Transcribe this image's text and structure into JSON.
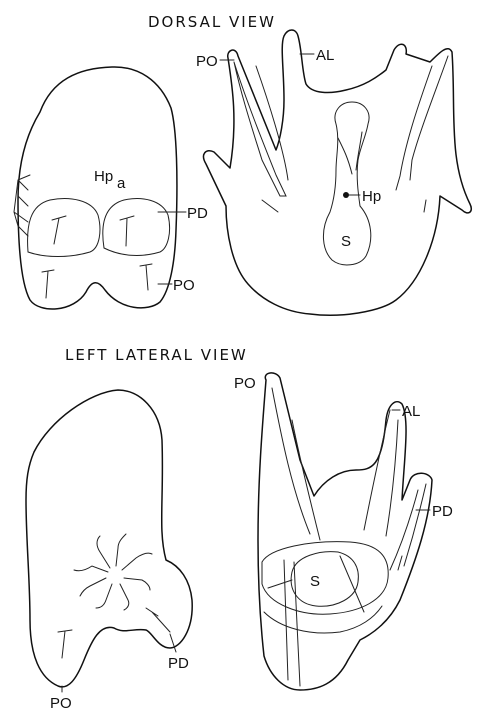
{
  "headings": {
    "dorsal": "DORSAL  VIEW",
    "lateral": "LEFT  LATERAL  VIEW"
  },
  "labels": {
    "dorsal_left": {
      "hp": "Hp",
      "hp_sub": "a",
      "pd": "PD",
      "po": "PO"
    },
    "dorsal_right": {
      "po": "PO",
      "al": "AL",
      "hp": "Hp",
      "s": "S"
    },
    "lateral_left": {
      "pd": "PD",
      "po": "PO"
    },
    "lateral_right": {
      "po": "PO",
      "al": "AL",
      "pd": "PD",
      "s": "S"
    }
  }
}
